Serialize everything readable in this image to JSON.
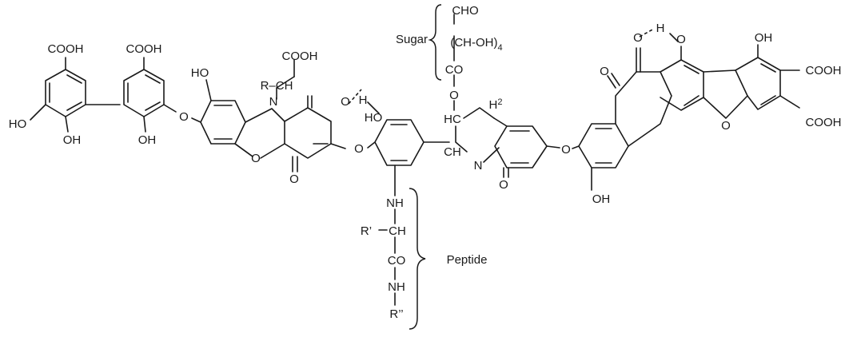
{
  "labels": {
    "cooh": "COOH",
    "oh": "OH",
    "ho": "HO",
    "o": "O",
    "n": "N",
    "h": "H",
    "r_ch": "R–CH",
    "rp": "R’",
    "ch": "CH",
    "co": "CO",
    "nh": "NH",
    "rpp": "R’’",
    "hc": "HC",
    "h2": "H",
    "h2sub": "2",
    "cho": "CHO",
    "choh4": "(CH-OH)",
    "sub4": "4",
    "sugar": "Sugar",
    "peptide": "Peptide"
  },
  "colors": {
    "ink": "#1a1a1a",
    "background": "#ffffff"
  }
}
